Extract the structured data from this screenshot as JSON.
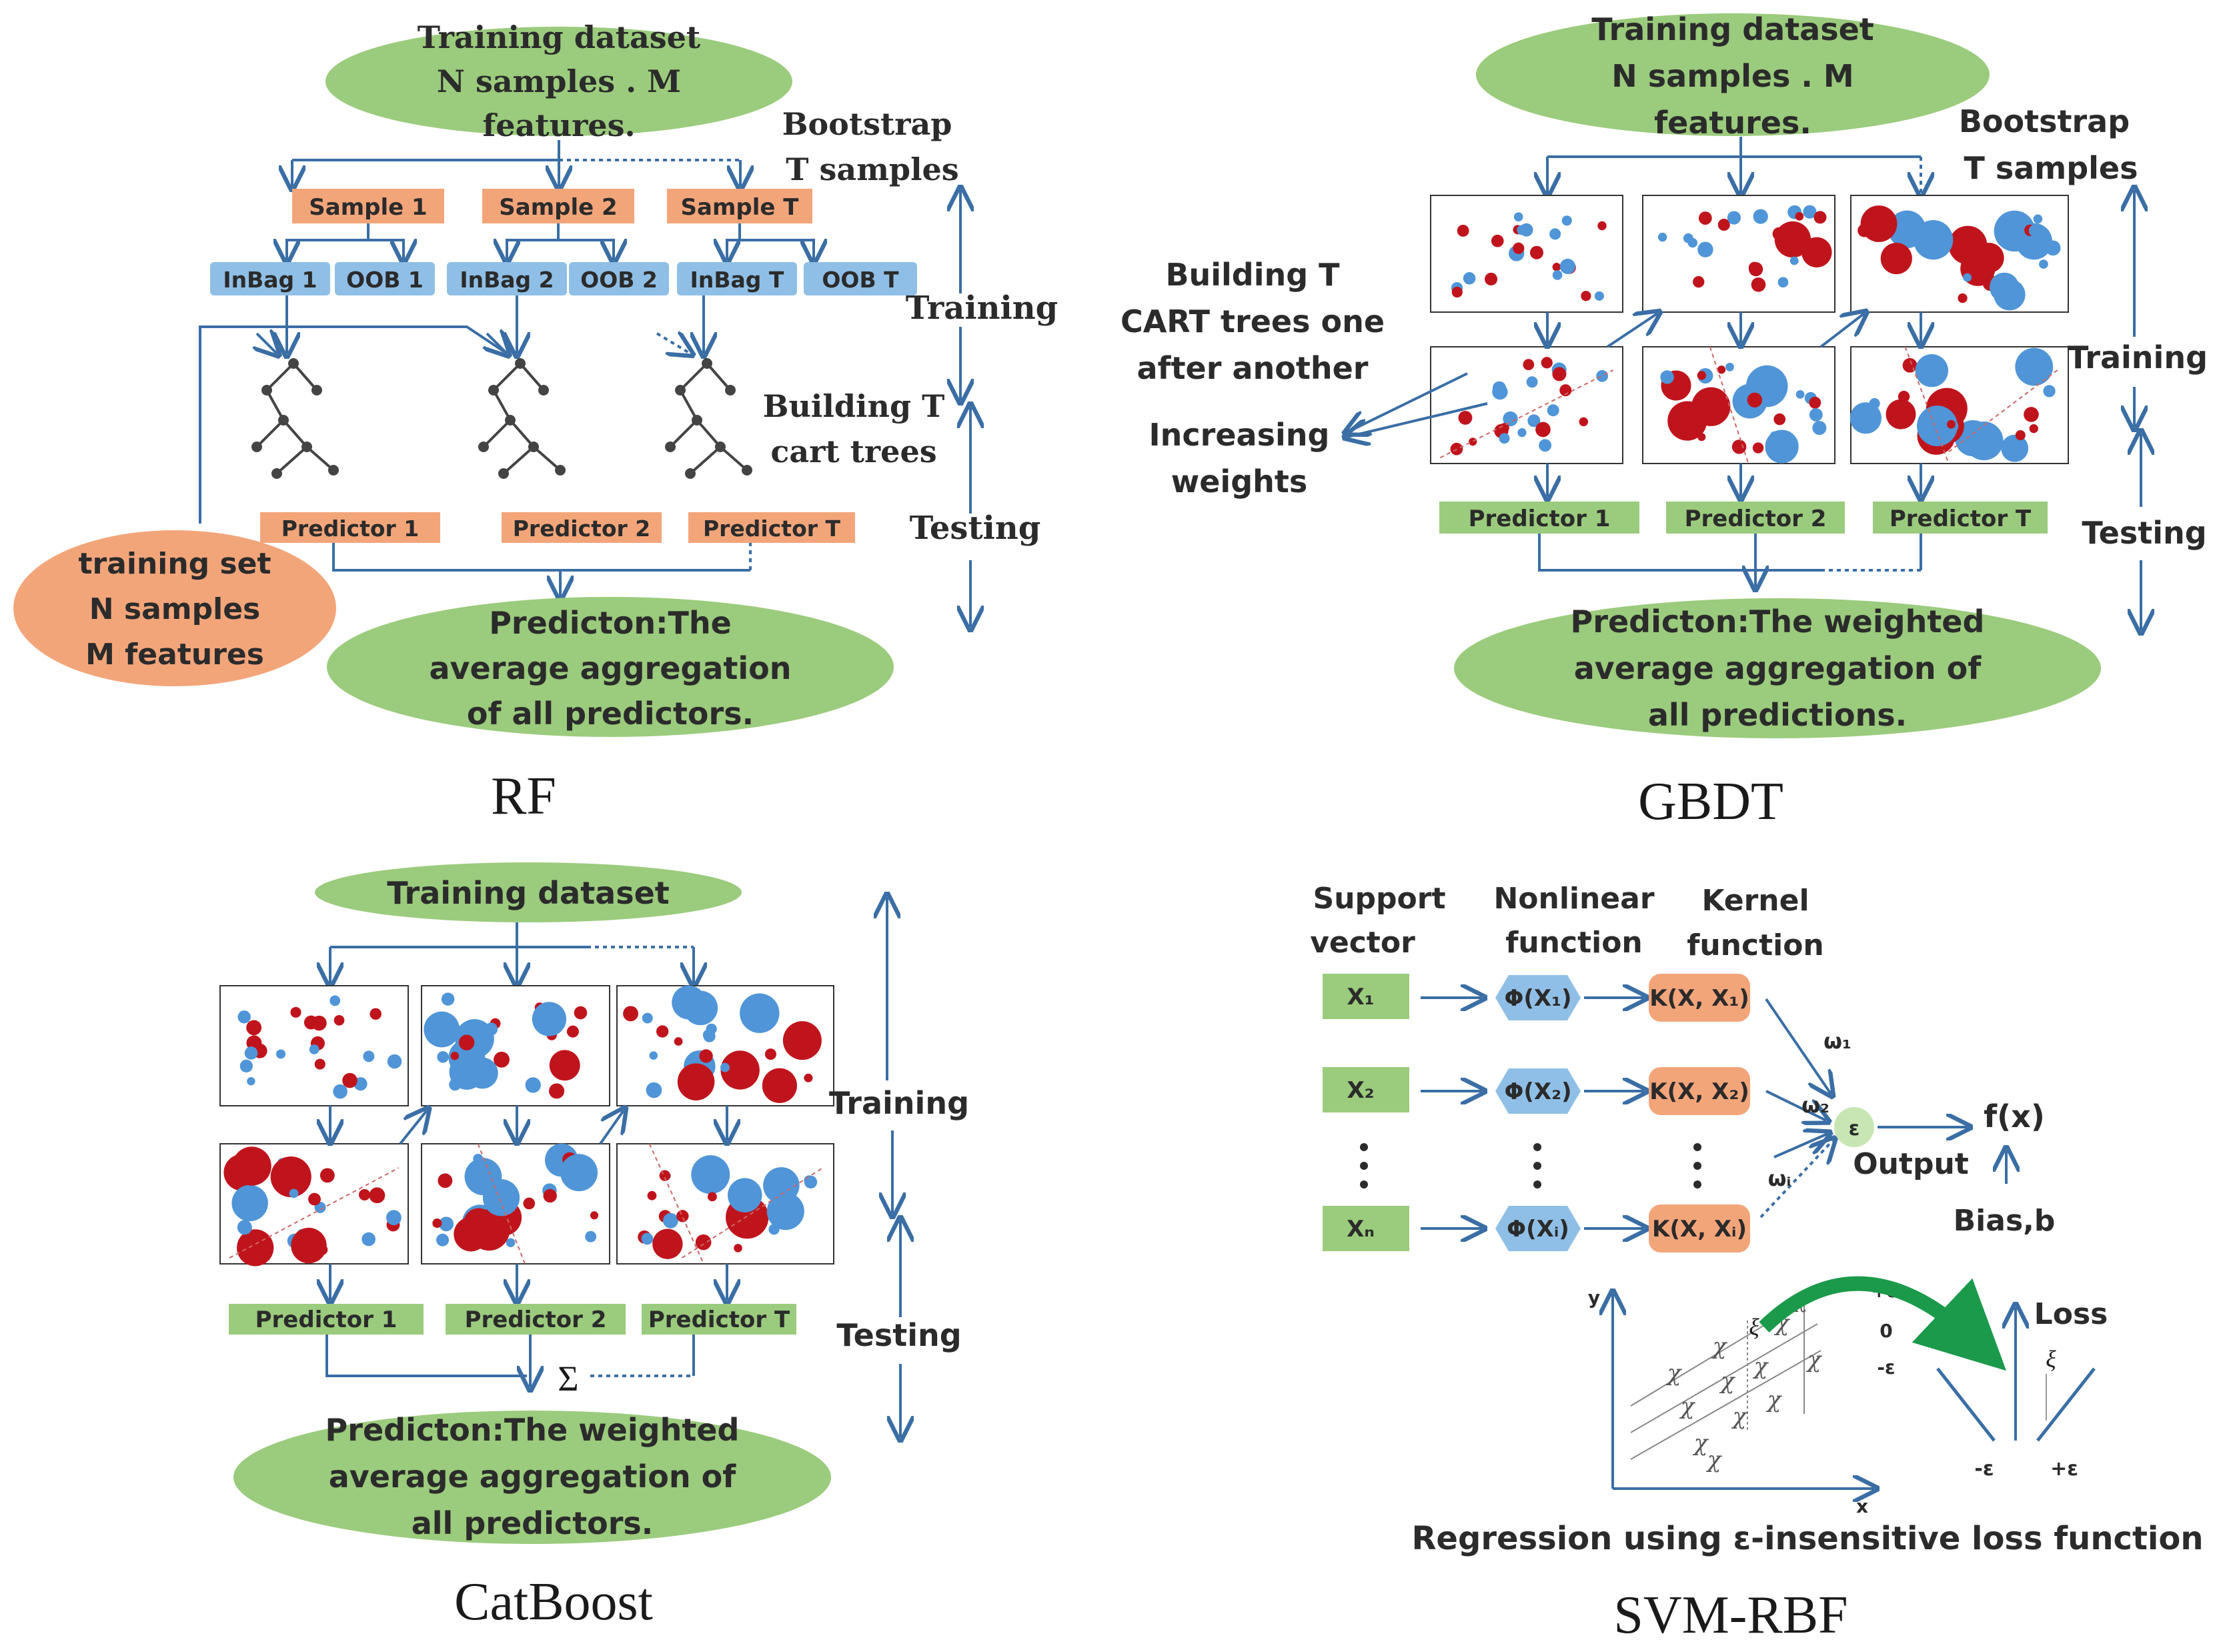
{
  "colors": {
    "green": "#9bcb7c",
    "orange": "#f3a57a",
    "blue_box": "#8fbfe6",
    "arrow": "#3a6ea5",
    "red_dot": "#c0141c",
    "blue_dot": "#4f95d8"
  },
  "rf": {
    "caption": "RF",
    "dataset": [
      "Training dataset",
      "N samples . M",
      "features."
    ],
    "bootstrap": [
      "Bootstrap",
      "T samples"
    ],
    "samples": [
      "Sample 1",
      "Sample 2",
      "Sample T"
    ],
    "inbag": [
      "InBag 1",
      "InBag 2",
      "InBag T"
    ],
    "oob": [
      "OOB 1",
      "OOB 2",
      "OOB T"
    ],
    "training": "Training",
    "building": [
      "Building T",
      "cart trees"
    ],
    "testing": "Testing",
    "predictors": [
      "Predictor 1",
      "Predictor 2",
      "Predictor T"
    ],
    "training_set": [
      "training set",
      "N samples",
      "M features"
    ],
    "prediction": [
      "Predicton:The",
      "average aggregation",
      "of all predictors."
    ]
  },
  "gbdt": {
    "caption": "GBDT",
    "dataset": [
      "Training dataset",
      "N samples . M",
      "features."
    ],
    "bootstrap": [
      "Bootstrap",
      "T samples"
    ],
    "building": [
      "Building T",
      "CART trees one",
      "after another"
    ],
    "increasing": [
      "Increasing",
      "weights"
    ],
    "training": "Training",
    "testing": "Testing",
    "predictors": [
      "Predictor 1",
      "Predictor 2",
      "Predictor T"
    ],
    "prediction": [
      "Predicton:The weighted",
      "average aggregation of",
      "all predictions."
    ]
  },
  "catboost": {
    "caption": "CatBoost",
    "dataset": "Training dataset",
    "training": "Training",
    "testing": "Testing",
    "predictors": [
      "Predictor 1",
      "Predictor 2",
      "Predictor T"
    ],
    "sum": "Σ",
    "prediction": [
      "Predicton:The weighted",
      "average aggregation of",
      "all predictors."
    ]
  },
  "svm": {
    "caption": "SVM-RBF",
    "headers": {
      "support": [
        "Support",
        "vector"
      ],
      "nonlinear": [
        "Nonlinear",
        "function"
      ],
      "kernel": [
        "Kernel",
        "function"
      ]
    },
    "inputs": [
      "X₁",
      "X₂",
      "Xₙ"
    ],
    "phis": [
      "Φ(X₁)",
      "Φ(X₂)",
      "Φ(Xᵢ)"
    ],
    "kernels": [
      "K(X, X₁)",
      "K(X, X₂)",
      "K(X, Xᵢ)"
    ],
    "weights": [
      "ω₁",
      "ω₂",
      "ωᵢ"
    ],
    "sum_node": "ε",
    "output": "Output",
    "fx": "f(x)",
    "bias": "Bias,b",
    "plot": {
      "y_label": "y",
      "x_label": "x",
      "xi": "ξ",
      "plus_eps": "+ε",
      "zero": "0",
      "minus_eps": "-ε",
      "loss": "Loss",
      "loss_xi": "ξ",
      "loss_minus": "-ε",
      "loss_plus": "+ε"
    },
    "regression_caption": "Regression using ε-insensitive loss function"
  }
}
